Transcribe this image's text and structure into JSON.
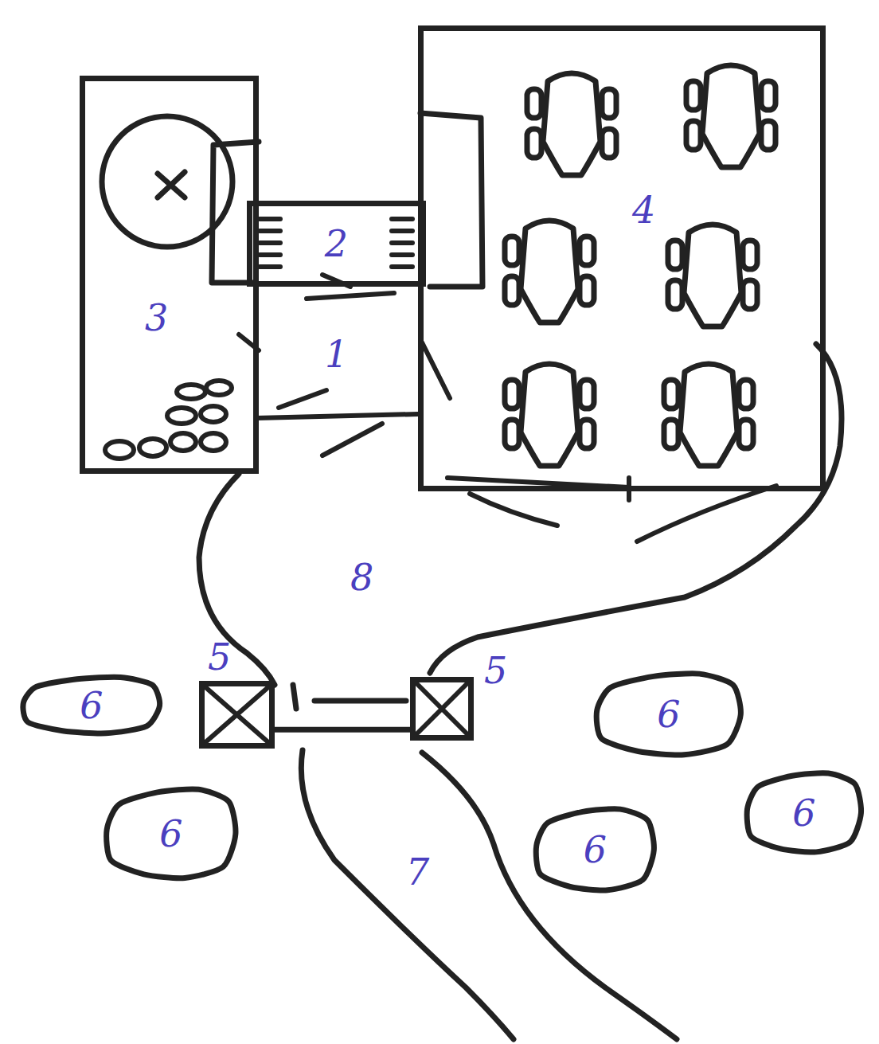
{
  "diagram": {
    "nodes": [
      {
        "text": [
          "3"
        ]
      },
      {
        "text": [
          "2"
        ]
      },
      {
        "text": [
          "4"
        ]
      },
      {
        "text": [
          "5"
        ]
      },
      {
        "text": [
          "5"
        ]
      },
      {
        "text": [
          "6"
        ]
      },
      {
        "text": [
          "6"
        ]
      },
      {
        "text": [
          "6"
        ]
      },
      {
        "text": [
          "6"
        ]
      },
      {
        "text": [
          "6"
        ]
      }
    ],
    "edges": [
      {
        "from": 3,
        "to": 4,
        "arrow": "none"
      }
    ],
    "labels": [
      "1",
      "8",
      "7"
    ]
  }
}
